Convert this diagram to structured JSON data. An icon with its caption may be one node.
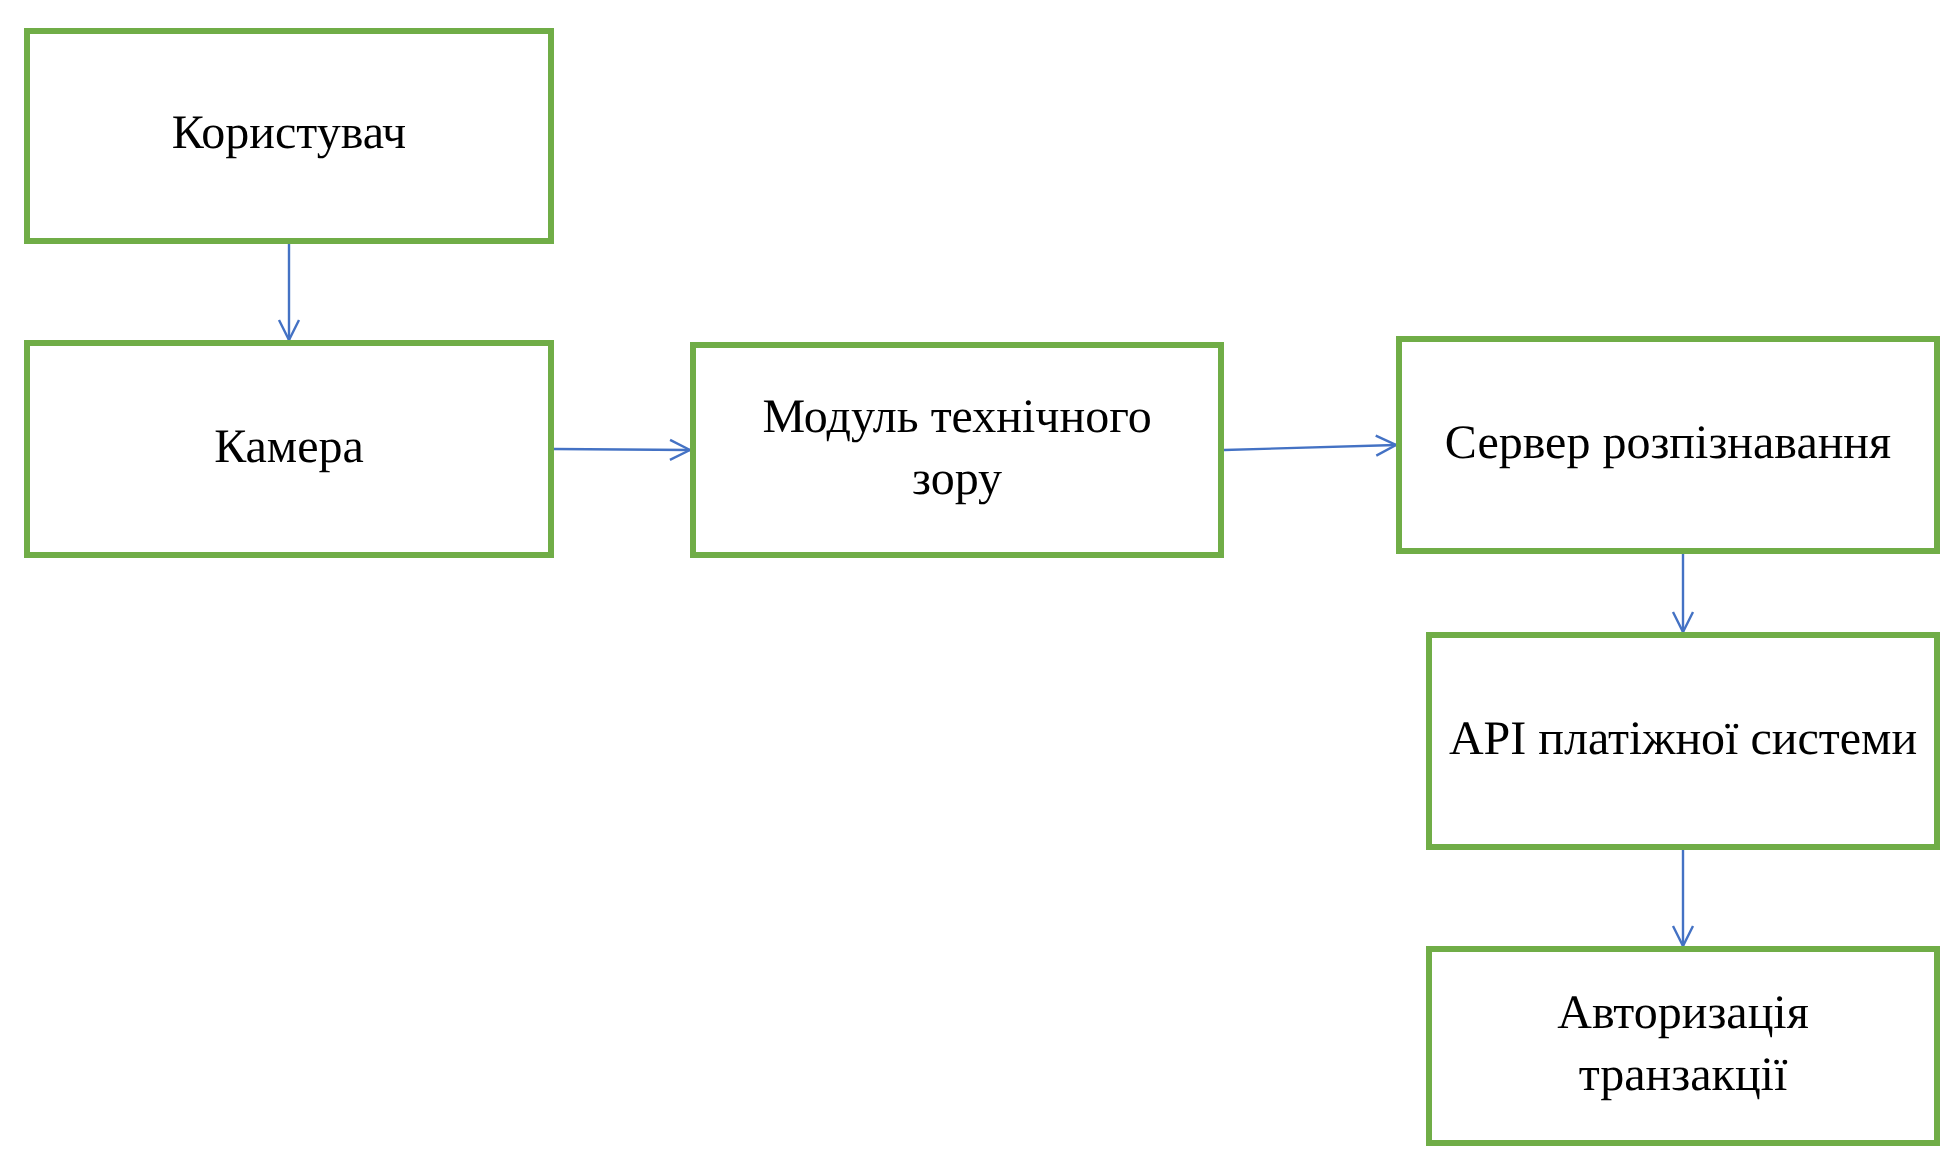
{
  "diagram": {
    "nodes": [
      {
        "text": [
          "Користувач"
        ]
      },
      {
        "text": [
          "Камера"
        ]
      },
      {
        "text": [
          "Модуль технічного зору"
        ]
      },
      {
        "text": [
          "Сервер розпізнавання"
        ]
      },
      {
        "text": [
          "API платіжної системи"
        ]
      },
      {
        "text": [
          "Авторизація транзакції"
        ]
      }
    ],
    "edges": [
      {
        "from": 0,
        "to": 1,
        "arrow": "to"
      },
      {
        "from": 1,
        "to": 2,
        "arrow": "to"
      },
      {
        "from": 2,
        "to": 3,
        "arrow": "to"
      },
      {
        "from": 3,
        "to": 4,
        "arrow": "to"
      },
      {
        "from": 4,
        "to": 5,
        "arrow": "to"
      }
    ]
  }
}
